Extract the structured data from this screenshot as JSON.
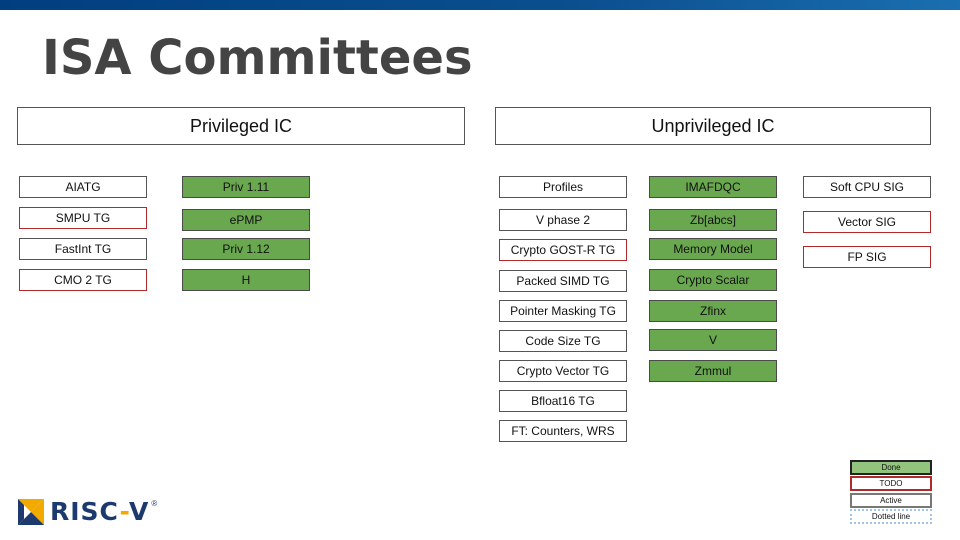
{
  "title": "ISA Committees",
  "colors": {
    "done": "#6aa84f",
    "todo": "#b02a2a",
    "active": "#555555",
    "dotted": "#9fc5e8",
    "title": "#444444",
    "top_bar": "#0b4f8f"
  },
  "privileged": {
    "header": "Privileged IC",
    "col1": [
      {
        "label": "AIATG",
        "status": "active"
      },
      {
        "label": "SMPU TG",
        "status": "todo"
      },
      {
        "label": "FastInt TG",
        "status": "active"
      },
      {
        "label": "CMO 2 TG",
        "status": "todo"
      }
    ],
    "col2": [
      {
        "label": "Priv 1.11",
        "status": "done"
      },
      {
        "label": "ePMP",
        "status": "done"
      },
      {
        "label": "Priv 1.12",
        "status": "done"
      },
      {
        "label": "H",
        "status": "done"
      }
    ]
  },
  "unprivileged": {
    "header": "Unprivileged IC",
    "col1": [
      {
        "label": "Profiles",
        "status": "active"
      },
      {
        "label": "V phase 2",
        "status": "active"
      },
      {
        "label": "Crypto GOST-R TG",
        "status": "todo"
      },
      {
        "label": "Packed SIMD TG",
        "status": "active"
      },
      {
        "label": "Pointer Masking TG",
        "status": "active"
      },
      {
        "label": "Code Size TG",
        "status": "active"
      },
      {
        "label": "Crypto Vector TG",
        "status": "active"
      },
      {
        "label": "Bfloat16 TG",
        "status": "active"
      },
      {
        "label": "FT: Counters, WRS",
        "status": "active"
      }
    ],
    "col2": [
      {
        "label": "IMAFDQC",
        "status": "done"
      },
      {
        "label": "Zb[abcs]",
        "status": "done"
      },
      {
        "label": "Memory Model",
        "status": "done"
      },
      {
        "label": "Crypto Scalar",
        "status": "done"
      },
      {
        "label": "Zfinx",
        "status": "done"
      },
      {
        "label": "V",
        "status": "done"
      },
      {
        "label": "Zmmul",
        "status": "done"
      }
    ],
    "col3": [
      {
        "label": "Soft CPU SIG",
        "status": "active"
      },
      {
        "label": "Vector SIG",
        "status": "todo"
      },
      {
        "label": "FP SIG",
        "status": "todo"
      }
    ]
  },
  "legend": [
    {
      "label": "Done",
      "status": "done"
    },
    {
      "label": "TODO",
      "status": "todo"
    },
    {
      "label": "Active",
      "status": "active"
    },
    {
      "label": "Dotted line",
      "status": "dotted"
    }
  ],
  "logo": {
    "text_main": "RISC",
    "text_dash": "-",
    "text_end": "V",
    "registered": "®",
    "icon": "risc-v-logo-icon"
  }
}
